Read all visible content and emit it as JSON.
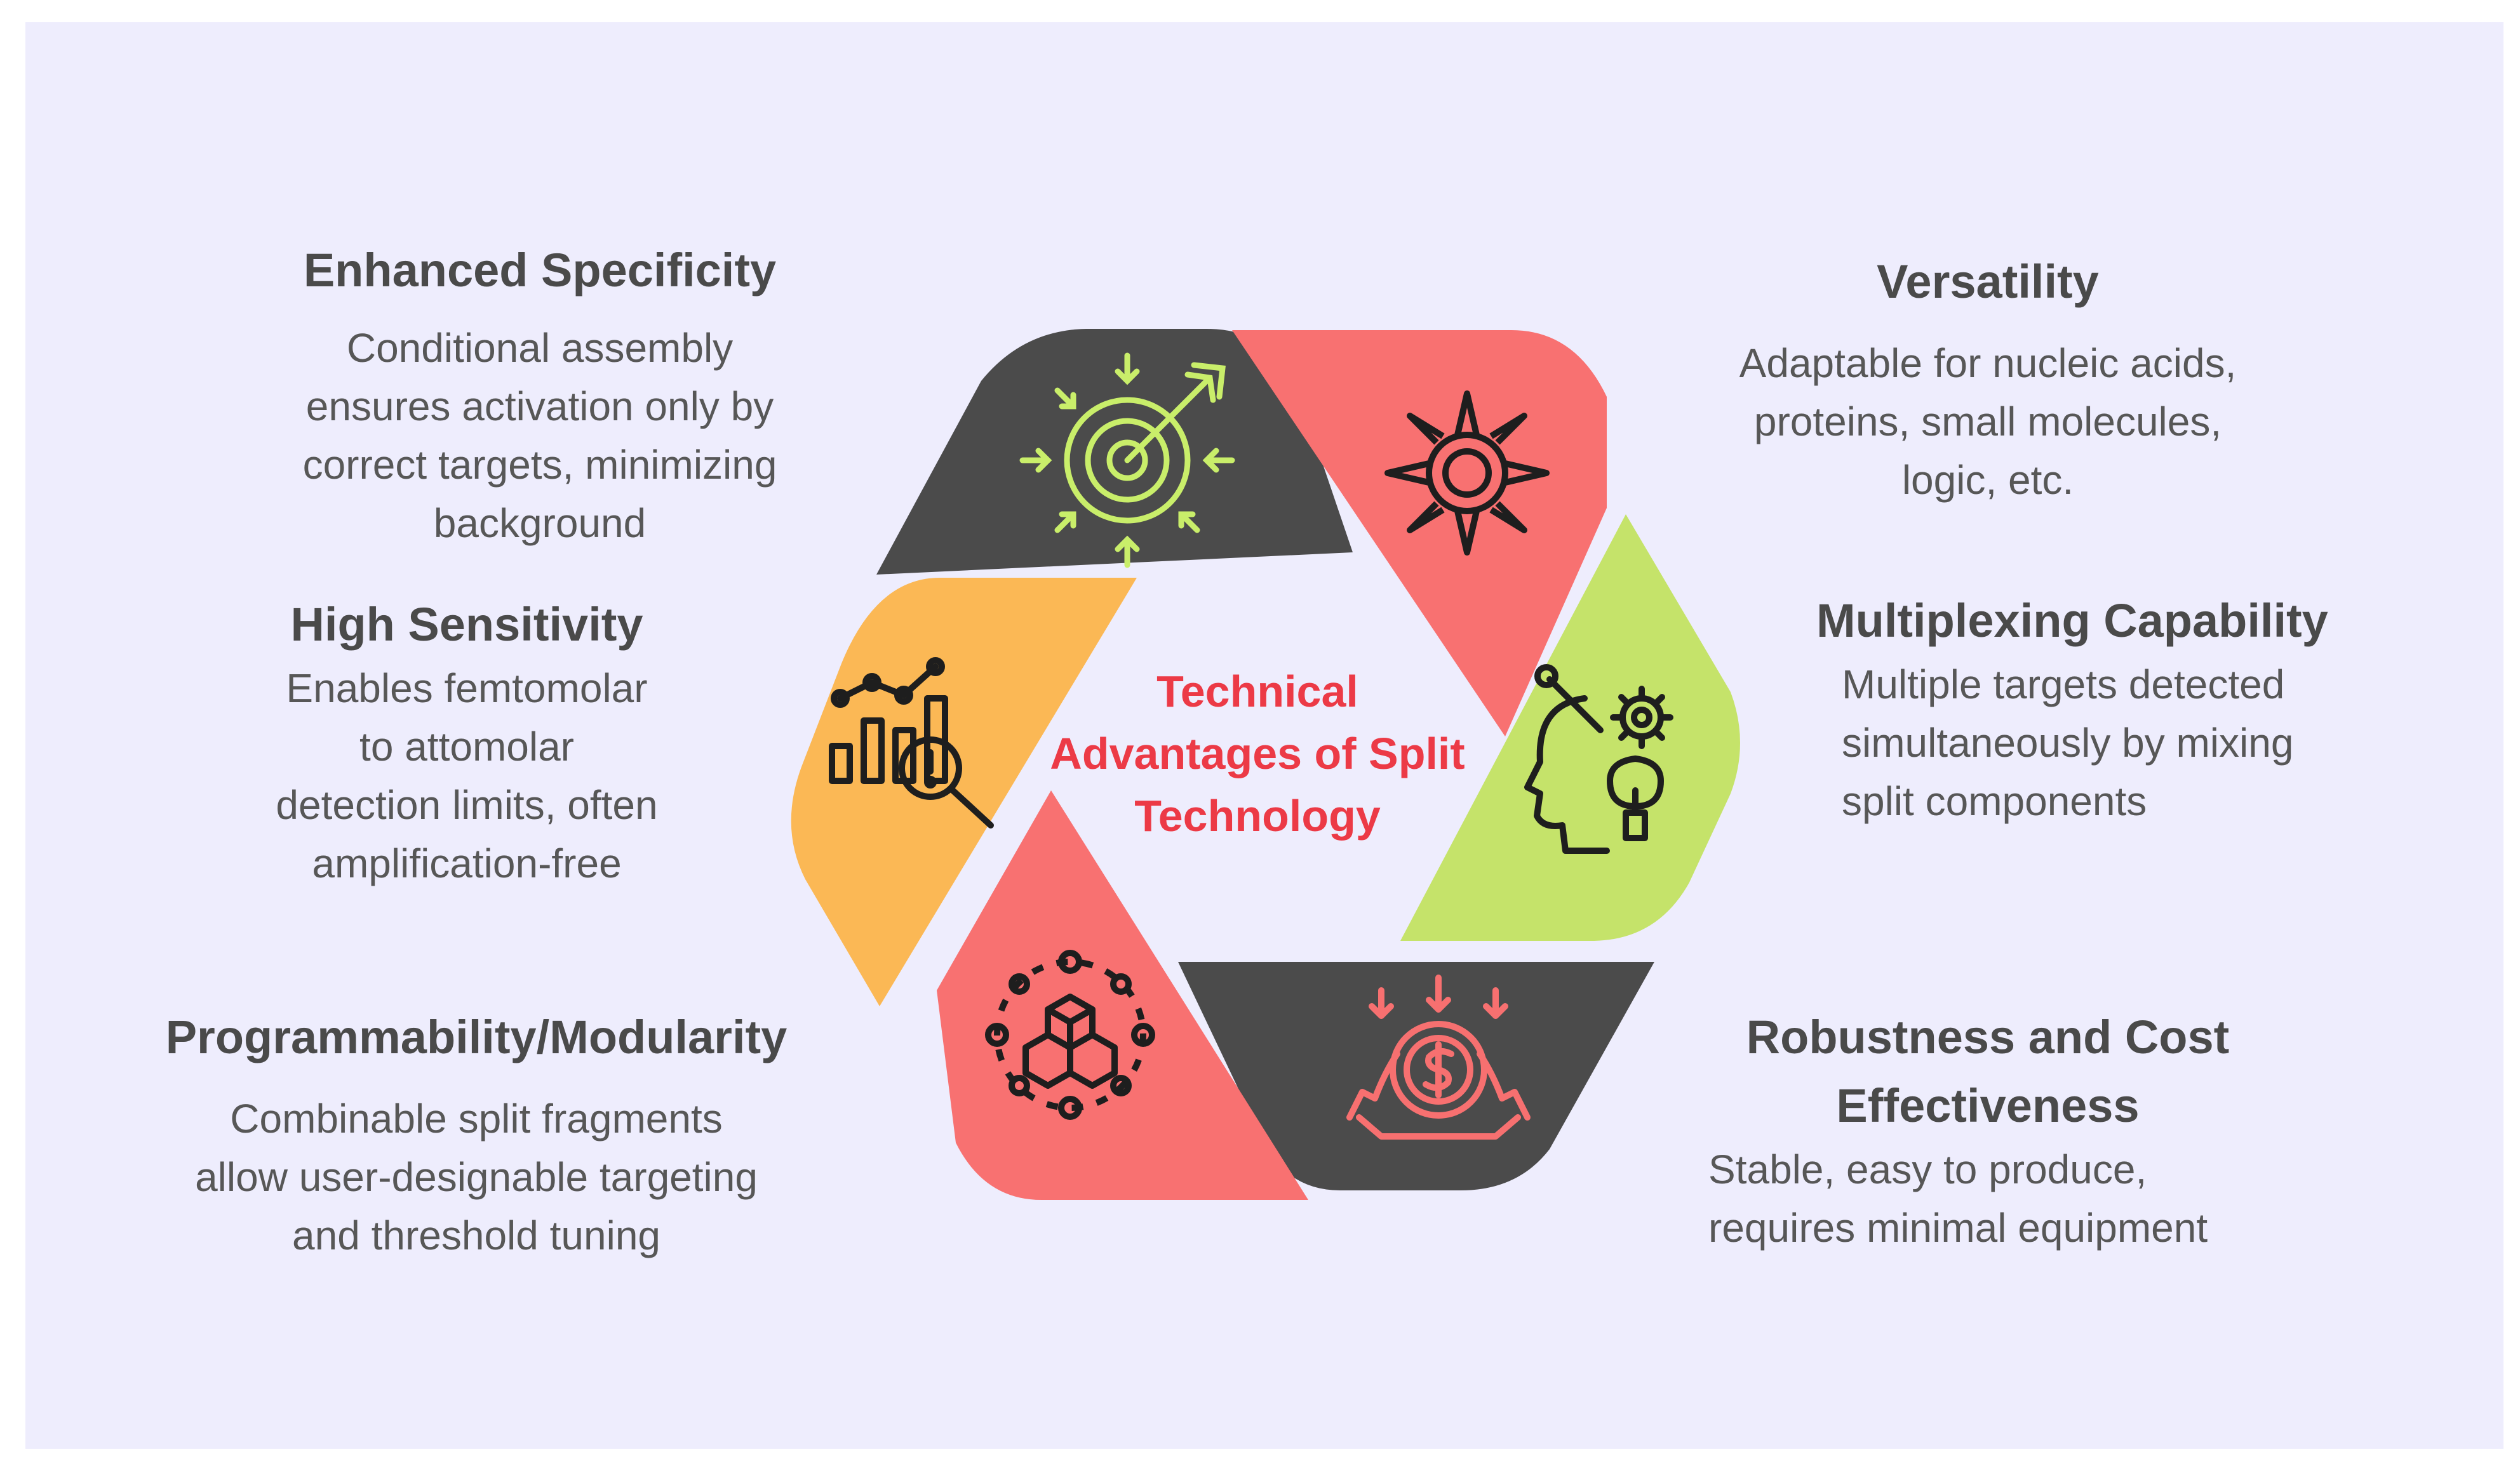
{
  "center": {
    "lines": [
      "Technical",
      "Advantages of Split",
      "Technology"
    ]
  },
  "colors": {
    "background": "#eeedfd",
    "dark_segment": "#4b4b4b",
    "coral_segment": "#f87171",
    "lime_segment": "#c5e36a",
    "orange_segment": "#fbb855",
    "center_text": "#ec3a46",
    "icon_lime": "#c9ee6a",
    "icon_coral": "#f77070",
    "icon_dark": "#1e1e1e"
  },
  "advantages": [
    {
      "title": "Enhanced Specificity",
      "description_lines": [
        "Conditional assembly",
        "ensures activation only by",
        "correct targets, minimizing",
        "background"
      ],
      "icon": "target-arrow-icon"
    },
    {
      "title": "Versatility",
      "description_lines": [
        "Adaptable for nucleic acids,",
        "proteins, small molecules,",
        "logic, etc."
      ],
      "icon": "radiating-arrows-icon"
    },
    {
      "title": "High Sensitivity",
      "description_lines": [
        "Enables femtomolar",
        "to attomolar",
        "detection limits, often",
        "amplification-free"
      ],
      "icon": "chart-magnifier-icon"
    },
    {
      "title": "Multiplexing Capability",
      "description_lines": [
        "Multiple targets detected",
        "simultaneously by mixing",
        "split components"
      ],
      "icon": "head-gears-bulb-icon"
    },
    {
      "title": "Programmability/Modularity",
      "description_lines": [
        "Combinable split fragments",
        "allow user-designable targeting",
        "and threshold tuning"
      ],
      "icon": "cubes-network-icon"
    },
    {
      "title_lines": [
        "Robustness and Cost",
        "Effectiveness"
      ],
      "description_lines": [
        "Stable, easy to produce,",
        "requires minimal equipment"
      ],
      "icon": "dollar-gear-icon"
    }
  ]
}
